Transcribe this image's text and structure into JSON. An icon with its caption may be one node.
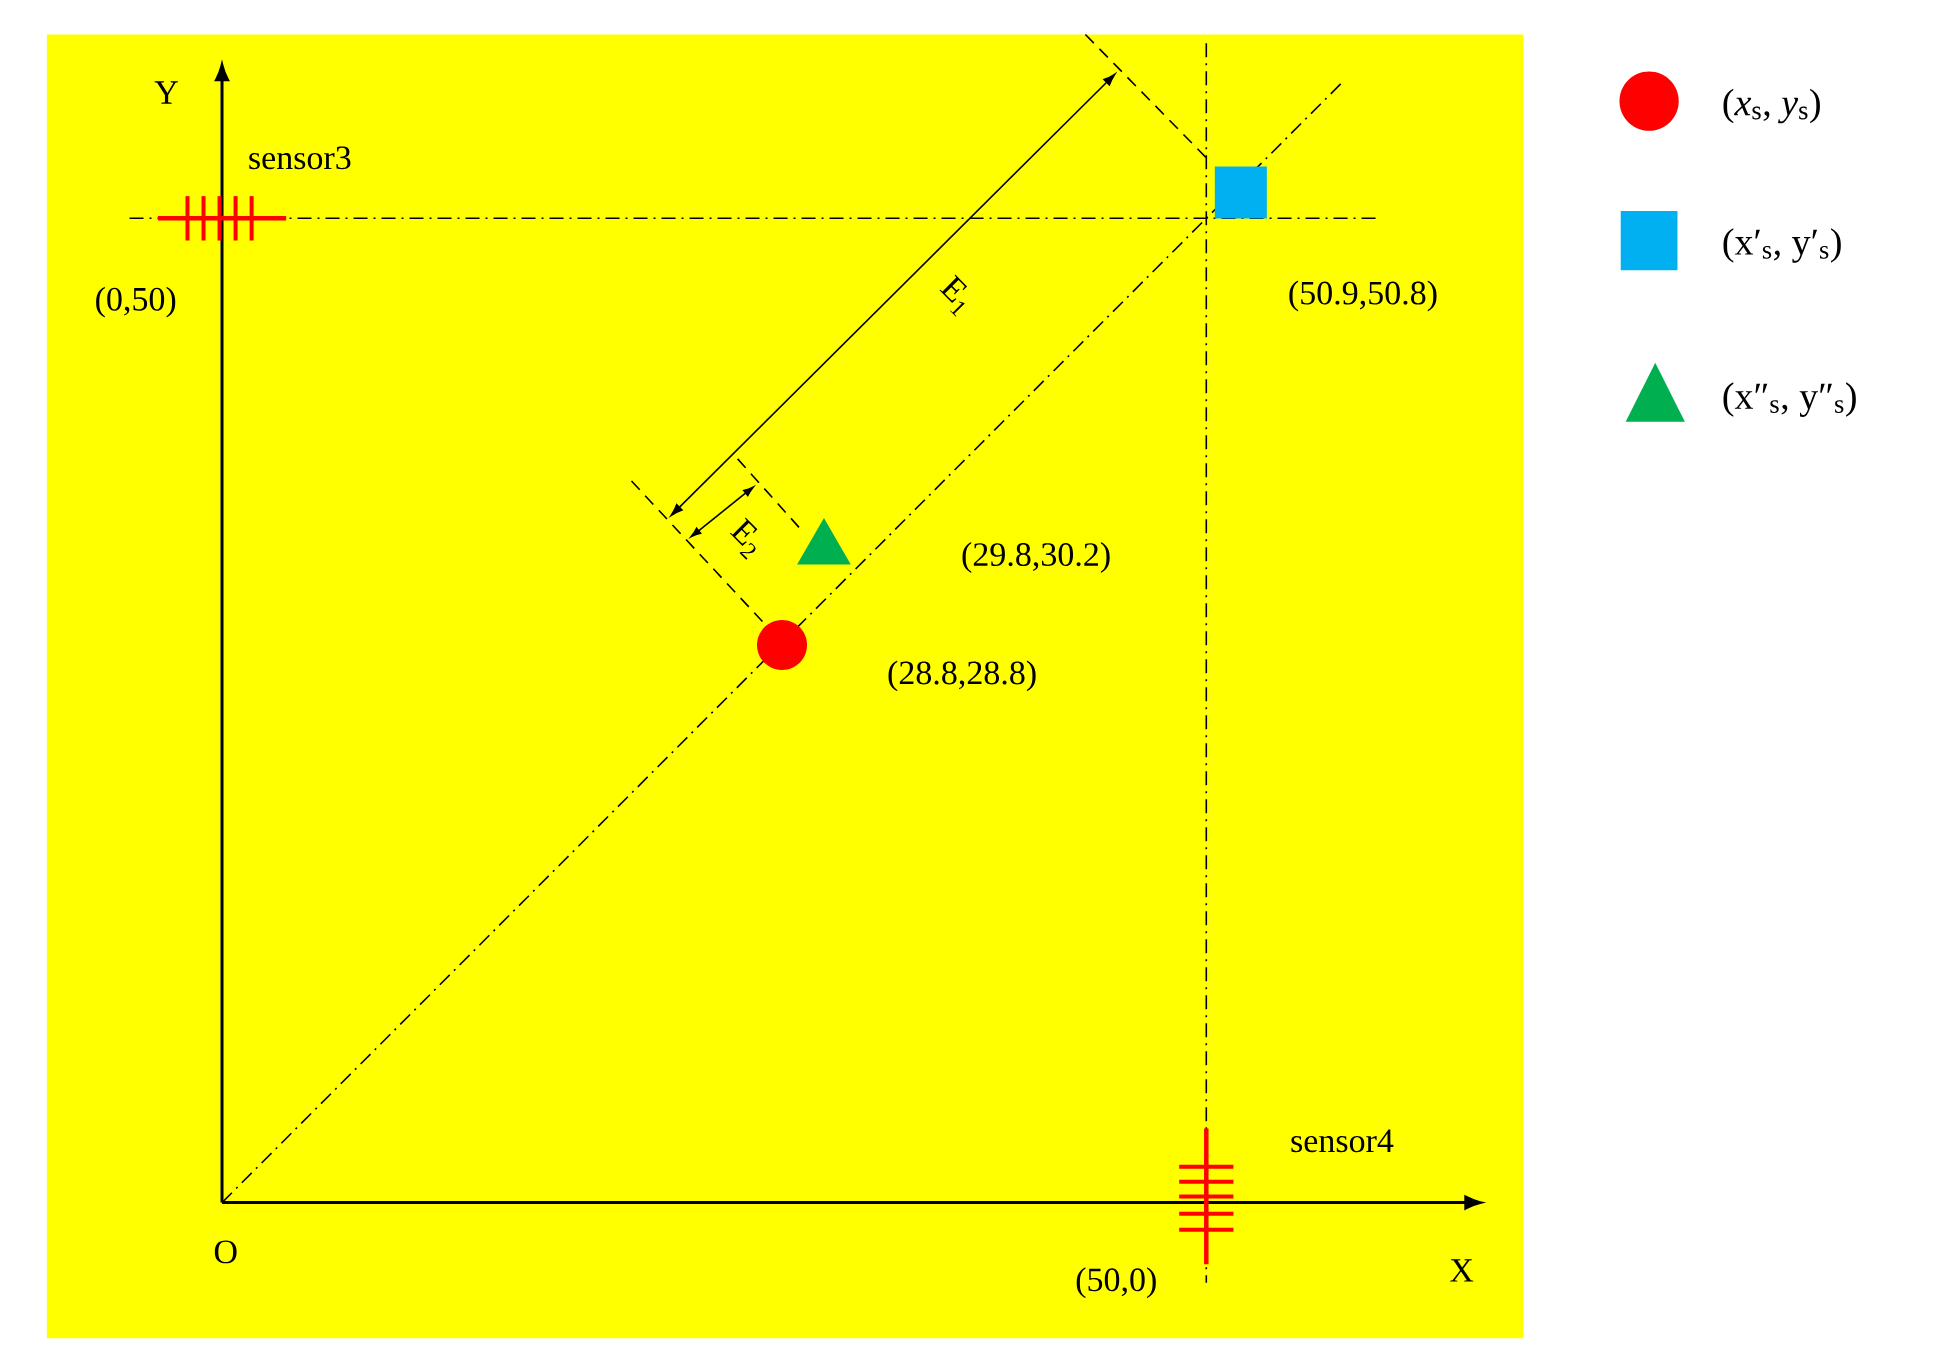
{
  "diagram": {
    "nodes": [
      {
        "text": [],
        "shape": "bar",
        "beside": [
          "sensor3",
          "(0,50)"
        ]
      },
      {
        "text": [],
        "shape": "box",
        "beside": [
          "(50.9,50.8)"
        ]
      },
      {
        "text": [],
        "shape": "triangle",
        "beside": [
          "(29.8,30.2)"
        ]
      },
      {
        "text": [],
        "shape": "circle",
        "beside": [
          "(28.8,28.8)"
        ]
      },
      {
        "text": [],
        "shape": "bar",
        "beside": [
          "sensor4",
          "(50,0)"
        ]
      }
    ],
    "labels": [
      "Y",
      "E$_{1}$",
      "E$_{2}$",
      "O",
      "X"
    ],
    "legend": [
      {
        "text": "(*x*$_{s}$, *y*$_{s}$)"
      },
      {
        "text": "(x′$_{s}$, y′$_{s}$)"
      },
      {
        "text": "(x″$_{s}$, y″$_{s}$)"
      }
    ]
  }
}
